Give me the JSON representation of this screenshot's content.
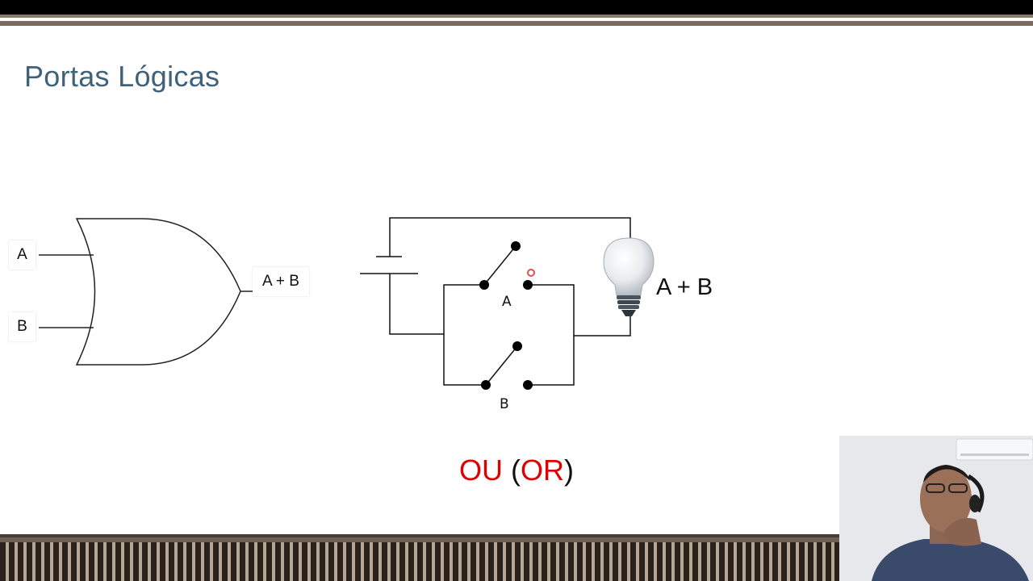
{
  "slide": {
    "title": "Portas Lógicas"
  },
  "gate": {
    "input_a": "A",
    "input_b": "B",
    "output": "A + B"
  },
  "circuit": {
    "switch_a_label": "A",
    "switch_b_label": "B",
    "bulb_label": "A + B"
  },
  "caption": {
    "part1": "OU",
    "open_paren": " (",
    "part2": "OR",
    "close_paren": ")"
  },
  "colors": {
    "title": "#3f6179",
    "caption_red": "#e00000",
    "footer_brown": "#6f5f52"
  }
}
